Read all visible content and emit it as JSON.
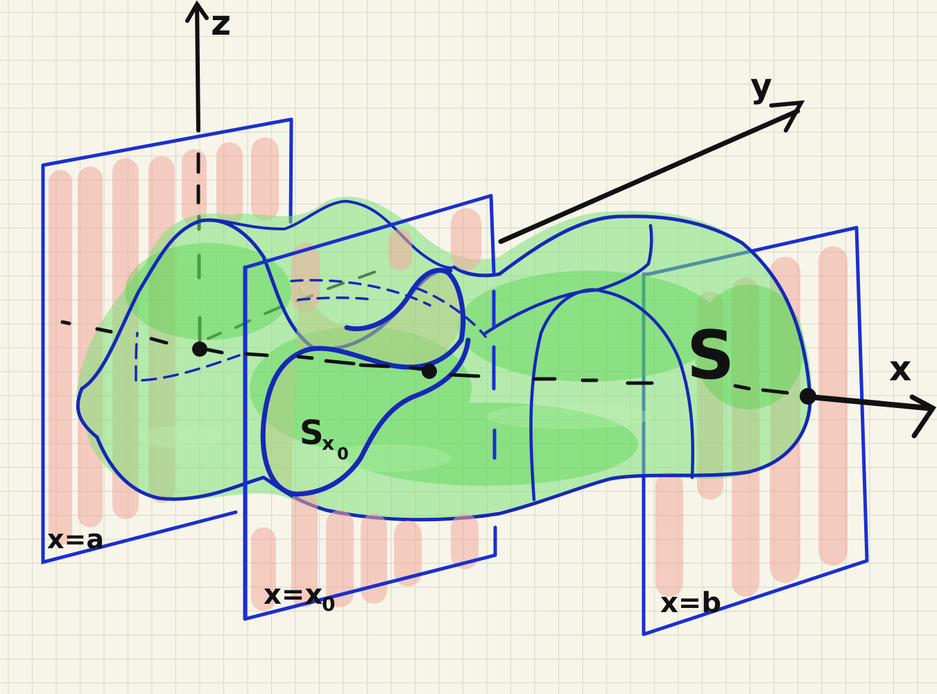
{
  "labels": {
    "z_axis": "z",
    "y_axis": "y",
    "x_axis": "x",
    "plane_a": "x=a",
    "plane_x0": "x=x",
    "plane_x0_sub": "0",
    "plane_b": "x=b",
    "solid": "S",
    "cross_section": "S",
    "cross_section_sub": "x",
    "cross_section_subsub": "0"
  },
  "colors": {
    "background": "#f7f5ea",
    "grid": "#d9d9c9",
    "plane_outline": "#1a2fd0",
    "plane_fill": "#f4b8ad",
    "solid_fill": "#7fe07a",
    "solid_outline": "#1528b8",
    "axis": "#111111"
  }
}
